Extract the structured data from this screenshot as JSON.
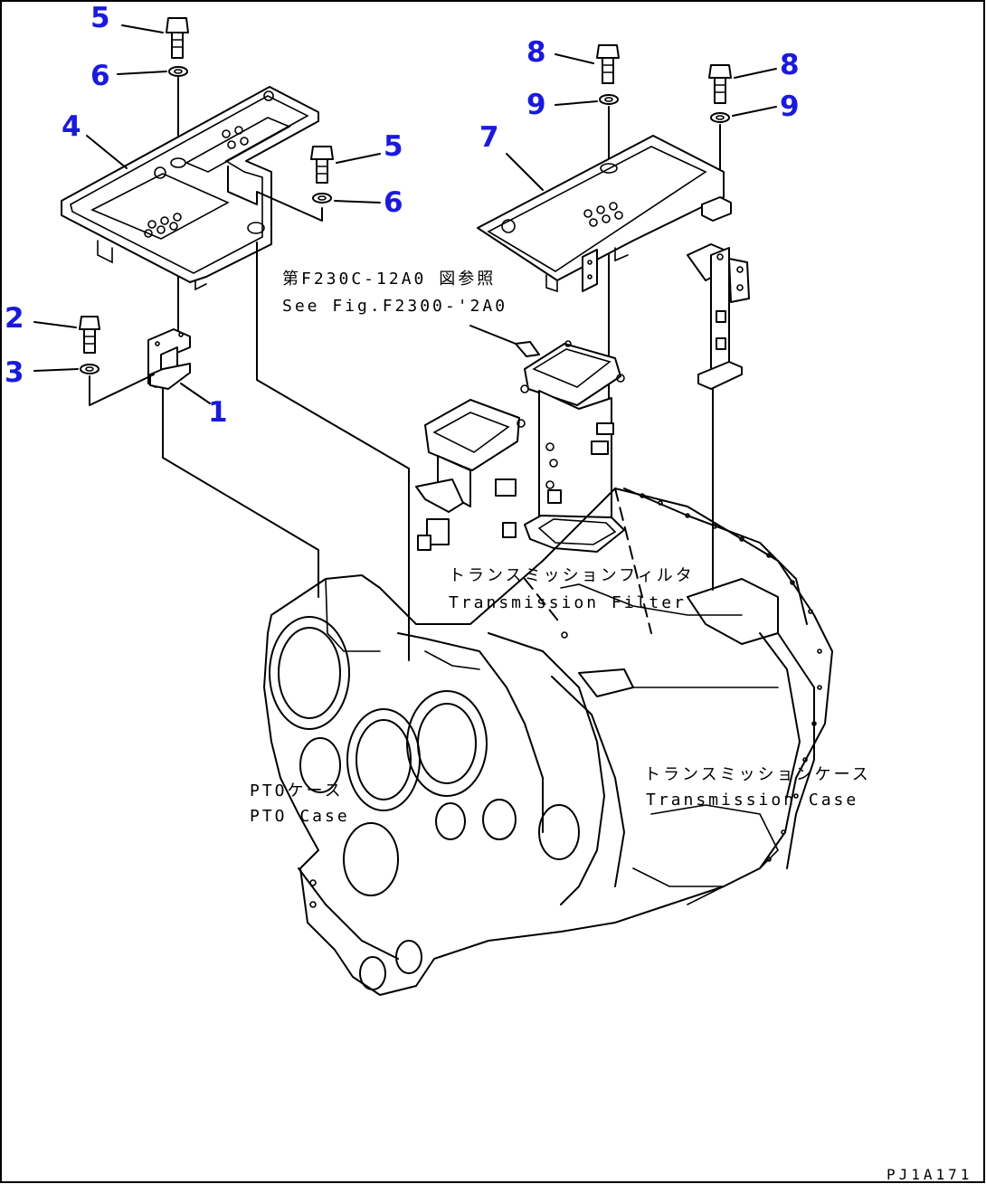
{
  "diagram": {
    "callouts": [
      {
        "key": "c5a",
        "text": "5"
      },
      {
        "key": "c6a",
        "text": "6"
      },
      {
        "key": "c4",
        "text": "4"
      },
      {
        "key": "c5b",
        "text": "5"
      },
      {
        "key": "c6b",
        "text": "6"
      },
      {
        "key": "c2",
        "text": "2"
      },
      {
        "key": "c3",
        "text": "3"
      },
      {
        "key": "c1",
        "text": "1"
      },
      {
        "key": "c8a",
        "text": "8"
      },
      {
        "key": "c9a",
        "text": "9"
      },
      {
        "key": "c7",
        "text": "7"
      },
      {
        "key": "c8b",
        "text": "8"
      },
      {
        "key": "c9b",
        "text": "9"
      }
    ],
    "labels": {
      "ref_jp": "第F230C-12A0 図参照",
      "ref_en": "See Fig.F2300-'2A0",
      "filter_jp": "トランスミッションフィルタ",
      "filter_en": "Transmission Filter",
      "pto_jp": "PTOケース",
      "pto_en": "PTO Case",
      "trans_jp": "トランスミッションケース",
      "trans_en": "Transmission Case"
    },
    "drawing_code": "PJ1A171",
    "colors": {
      "callout": "#1a1adc",
      "line": "#000000",
      "background": "#ffffff"
    }
  }
}
